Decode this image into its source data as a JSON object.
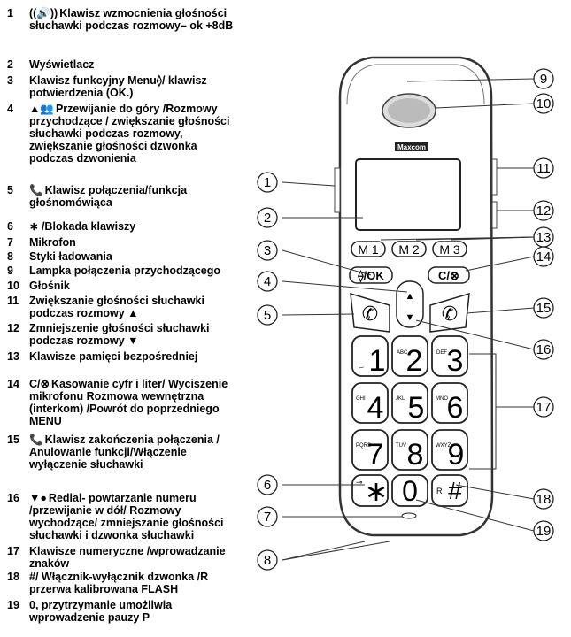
{
  "legend": [
    {
      "num": "1",
      "icon": "((🔊))",
      "text": "Klawisz wzmocnienia głośności słuchawki podczas rozmowy– ok +8dB"
    },
    {
      "num": "2",
      "icon": "",
      "text": "Wyświetlacz"
    },
    {
      "num": "3",
      "icon": "",
      "text": "Klawisz funkcyjny Menu⟠/ klawisz potwierdzenia (OK.)"
    },
    {
      "num": "4",
      "icon": "▲👥",
      "text": "Przewijanie do góry /Rozmowy przychodzące / zwiększanie głośności słuchawki podczas rozmowy, zwiększanie głośności dzwonka podczas dzwonienia"
    },
    {
      "num": "5",
      "icon": "📞",
      "text": "Klawisz połączenia/funkcja głośnomówiąca"
    },
    {
      "num": "6",
      "icon": "",
      "text": "∗ /Blokada klawiszy"
    },
    {
      "num": "7",
      "icon": "",
      "text": "Mikrofon"
    },
    {
      "num": "8",
      "icon": "",
      "text": "Styki ładowania"
    },
    {
      "num": "9",
      "icon": "",
      "text": "Lampka połączenia przychodzącego"
    },
    {
      "num": "10",
      "icon": "",
      "text": "Głośnik"
    },
    {
      "num": "11",
      "icon": "",
      "text": "Zwiększanie głośności słuchawki podczas rozmowy ▲"
    },
    {
      "num": "12",
      "icon": "",
      "text": "Zmniejszenie głośności słuchawki podczas rozmowy ▼"
    },
    {
      "num": "13",
      "icon": "",
      "text": "Klawisze pamięci bezpośredniej"
    },
    {
      "num": "14",
      "icon": "C/⊗",
      "text": "Kasowanie cyfr i liter/ Wyciszenie mikrofonu Rozmowa wewnętrzna (interkom) /Powrót do poprzedniego MENU"
    },
    {
      "num": "15",
      "icon": "📞",
      "text": "Klawisz zakończenia połączenia / Anulowanie funkcji/Włączenie wyłączenie słuchawki"
    },
    {
      "num": "16",
      "icon": "▼●",
      "text": "Redial- powtarzanie numeru /przewijanie w dół/ Rozmowy wychodzące/ zmniejszanie głośności słuchawki i dzwonka słuchawki"
    },
    {
      "num": "17",
      "icon": "",
      "text": "Klawisze numeryczne /wprowadzanie znaków"
    },
    {
      "num": "18",
      "icon": "",
      "text": "#/ Włącznik-wyłącznik dzwonka /R przerwa kalibrowana FLASH"
    },
    {
      "num": "19",
      "icon": "",
      "text": "0, przytrzymanie umożliwia wprowadzenie pauzy P"
    }
  ],
  "phone": {
    "brand": "Maxcom",
    "memory_keys": [
      "M 1",
      "M 2",
      "M 3"
    ],
    "menu_key": "⟠/OK",
    "clear_key": "C/⊗",
    "nav_up": "▲",
    "nav_down": "▼",
    "keys": [
      {
        "digit": "1",
        "letters": "⌴"
      },
      {
        "digit": "2",
        "letters": "ABC"
      },
      {
        "digit": "3",
        "letters": "DEF"
      },
      {
        "digit": "4",
        "letters": "GHI"
      },
      {
        "digit": "5",
        "letters": "JKL"
      },
      {
        "digit": "6",
        "letters": "MNO"
      },
      {
        "digit": "7",
        "letters": "PQRS"
      },
      {
        "digit": "8",
        "letters": "TUV"
      },
      {
        "digit": "9",
        "letters": "WXYZ"
      },
      {
        "digit": "∗",
        "letters": "⊸"
      },
      {
        "digit": "0",
        "letters": ""
      },
      {
        "digit": "#",
        "letters": "R"
      }
    ]
  },
  "callouts": [
    "1",
    "2",
    "3",
    "4",
    "5",
    "6",
    "7",
    "8",
    "9",
    "10",
    "11",
    "12",
    "13",
    "14",
    "15",
    "16",
    "17",
    "18",
    "19"
  ]
}
